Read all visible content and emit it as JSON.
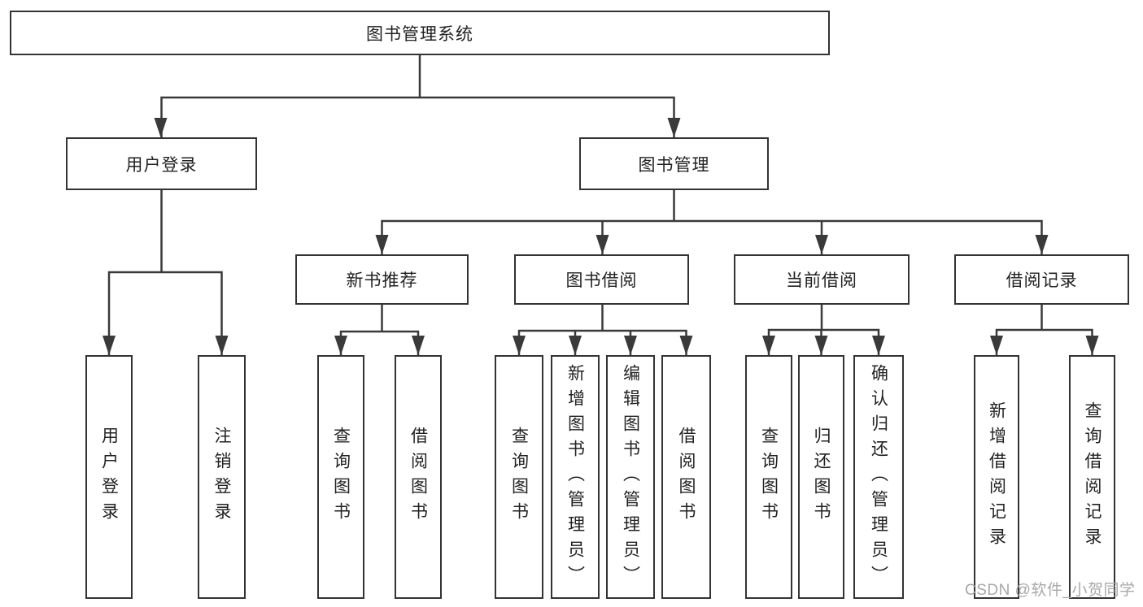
{
  "diagram": {
    "root": {
      "label": "图书管理系统"
    },
    "branches": [
      {
        "label": "用户登录",
        "children": [
          {
            "label": "用户登录"
          },
          {
            "label": "注销登录"
          }
        ]
      },
      {
        "label": "图书管理",
        "children": [
          {
            "label": "新书推荐",
            "children": [
              {
                "label": "查询图书"
              },
              {
                "label": "借阅图书"
              }
            ]
          },
          {
            "label": "图书借阅",
            "children": [
              {
                "label": "查询图书"
              },
              {
                "label": "新增图书（管理员）"
              },
              {
                "label": "编辑图书（管理员）"
              },
              {
                "label": "借阅图书"
              }
            ]
          },
          {
            "label": "当前借阅",
            "children": [
              {
                "label": "查询图书"
              },
              {
                "label": "归还图书"
              },
              {
                "label": "确认归还（管理员）"
              }
            ]
          },
          {
            "label": "借阅记录",
            "children": [
              {
                "label": "新增借阅记录"
              },
              {
                "label": "查询借阅记录"
              }
            ]
          }
        ]
      }
    ]
  },
  "watermark": {
    "text": "CSDN @软件_小贺同学"
  },
  "colors": {
    "line": "#3a3a3a",
    "border": "#333333",
    "text": "#222222",
    "watermark": "#a8a8a8",
    "background": "#ffffff"
  }
}
